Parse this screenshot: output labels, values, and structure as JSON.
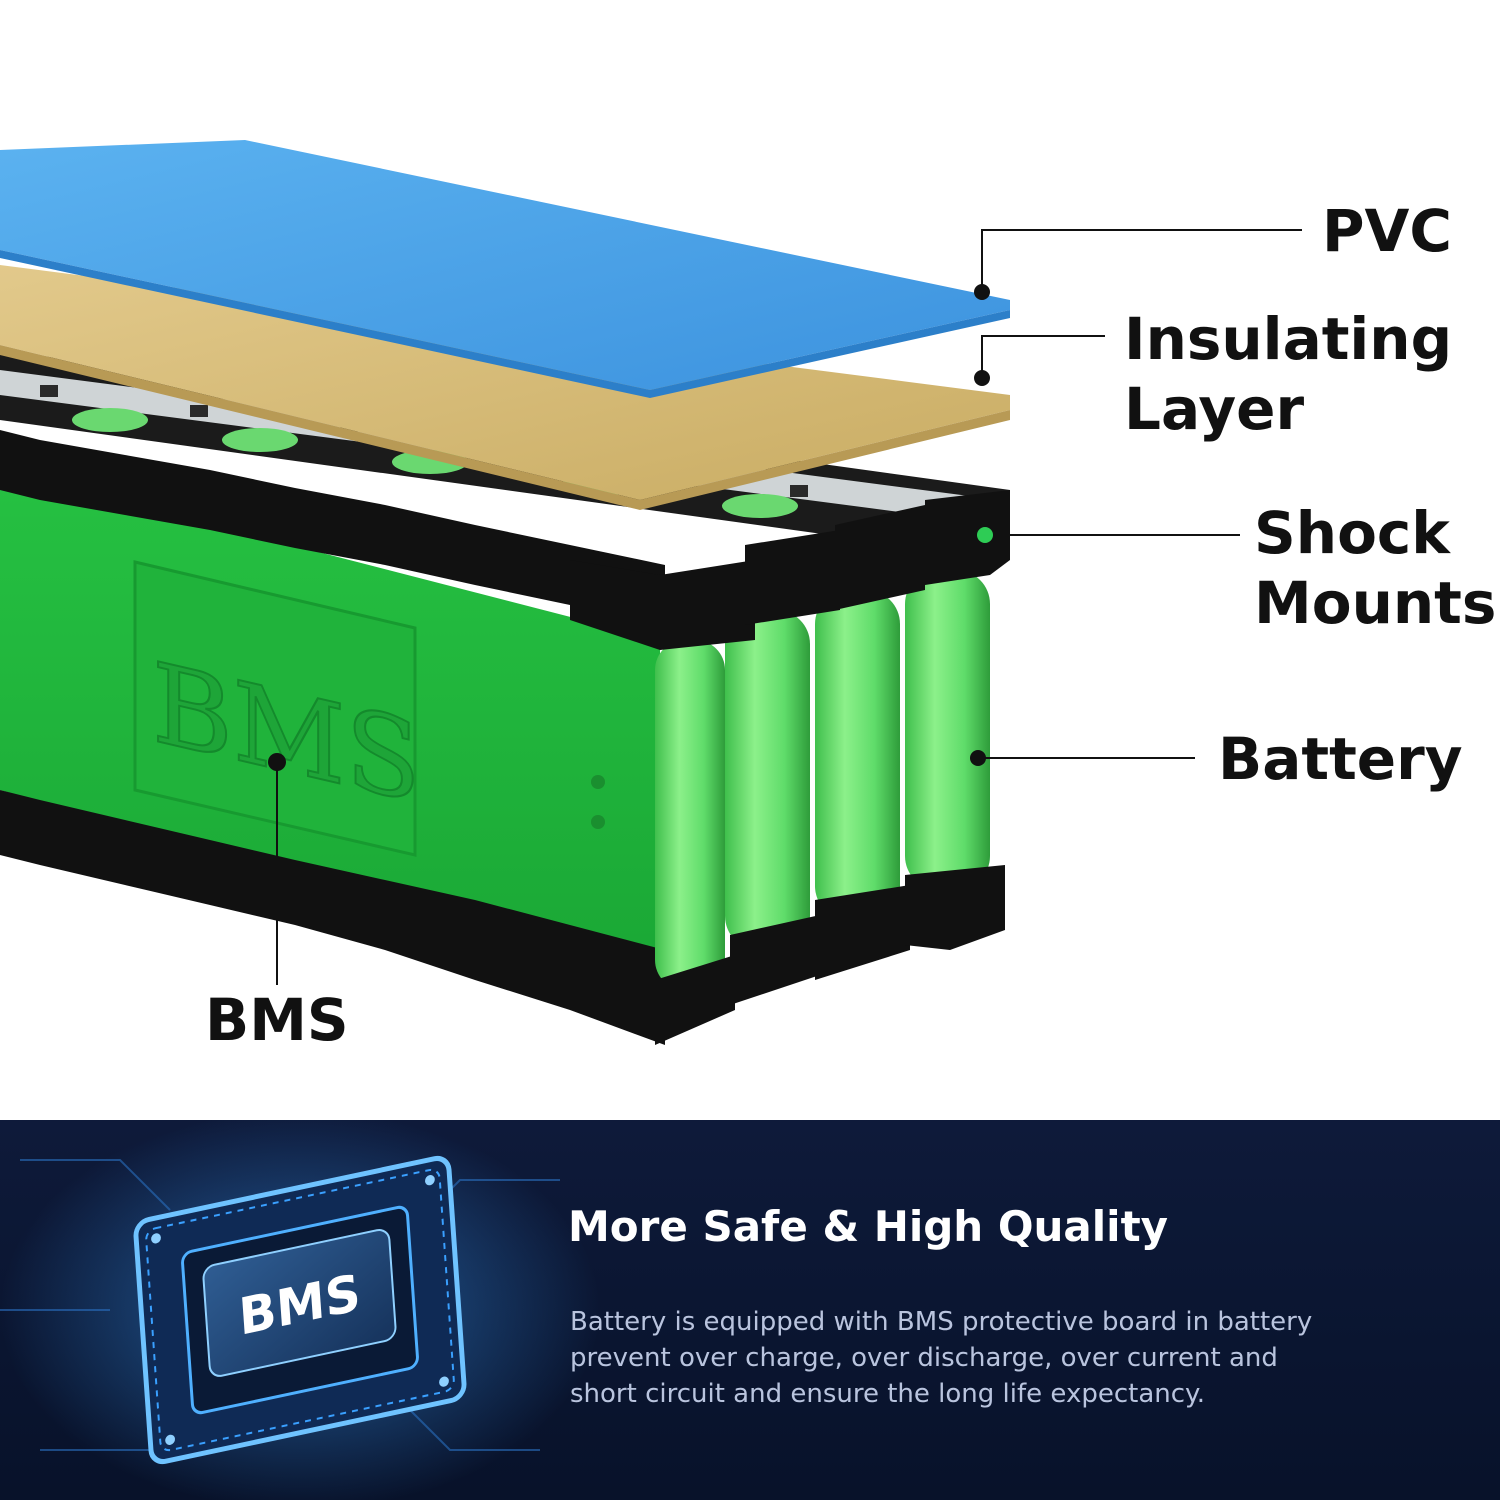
{
  "callouts": {
    "pvc": [
      "PVC"
    ],
    "insulating": [
      "Insulating",
      "Layer"
    ],
    "shock": [
      "Shock",
      "Mounts"
    ],
    "battery": [
      "Battery"
    ],
    "bms": [
      "BMS"
    ]
  },
  "bms_board_text": "BMS",
  "chip_label": "BMS",
  "banner": {
    "title": "More Safe & High Quality",
    "description_lines": [
      "Battery is equipped with BMS protective board in battery",
      "prevent over charge, over discharge, over current and",
      "short circuit and ensure the long life expectancy."
    ]
  },
  "colors": {
    "pvc_sheet": "#4aa3e8",
    "insulating_sheet": "#d9bf7d",
    "bms_board": "#22b83d",
    "cell": "#5fdc6a",
    "holder": "#111111",
    "banner_bg": "#0b1633",
    "chip_glow": "#3aa0ff"
  }
}
